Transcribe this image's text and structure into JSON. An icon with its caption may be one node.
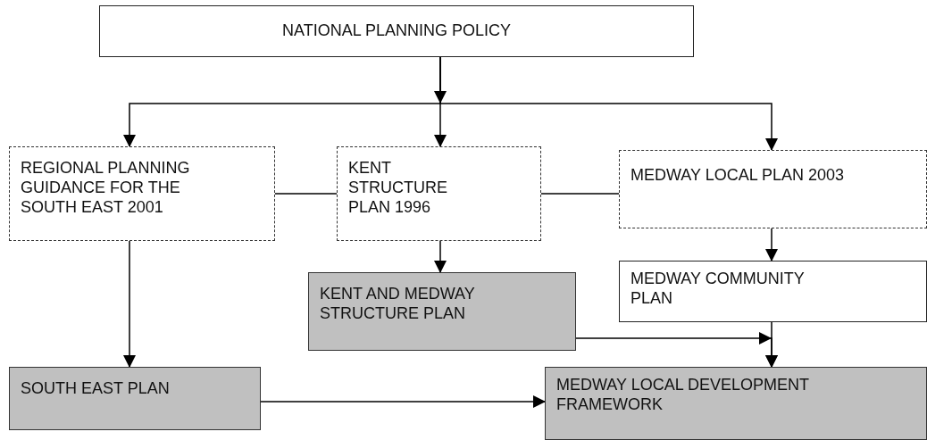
{
  "diagram": {
    "nodes": [
      {
        "text": [
          "NATIONAL PLANNING POLICY"
        ]
      },
      {
        "text": [
          "REGIONAL PLANNING GUIDANCE FOR THE SOUTH EAST 2001"
        ]
      },
      {
        "text": [
          "KENT STRUCTURE PLAN 1996"
        ]
      },
      {
        "text": [
          "MEDWAY LOCAL PLAN 2003"
        ]
      },
      {
        "text": [
          "KENT AND MEDWAY STRUCTURE PLAN"
        ]
      },
      {
        "text": [
          "MEDWAY COMMUNITY PLAN"
        ]
      },
      {
        "text": [
          "SOUTH EAST PLAN"
        ]
      },
      {
        "text": [
          "MEDWAY LOCAL DEVELOPMENT FRAMEWORK"
        ]
      }
    ],
    "edges": [
      {
        "from": 0,
        "to": 1,
        "arrow": "to"
      },
      {
        "from": 0,
        "to": 2,
        "arrow": "to"
      },
      {
        "from": 0,
        "to": 3,
        "arrow": "to"
      },
      {
        "from": 1,
        "to": 2,
        "arrow": "none"
      },
      {
        "from": 2,
        "to": 3,
        "arrow": "none"
      },
      {
        "from": 2,
        "to": 4,
        "arrow": "to"
      },
      {
        "from": 3,
        "to": 5,
        "arrow": "to"
      },
      {
        "from": 1,
        "to": 6,
        "arrow": "to"
      },
      {
        "from": 4,
        "to": 7,
        "arrow": "to"
      },
      {
        "from": 5,
        "to": 7,
        "arrow": "to"
      },
      {
        "from": 6,
        "to": 7,
        "arrow": "to"
      }
    ]
  }
}
